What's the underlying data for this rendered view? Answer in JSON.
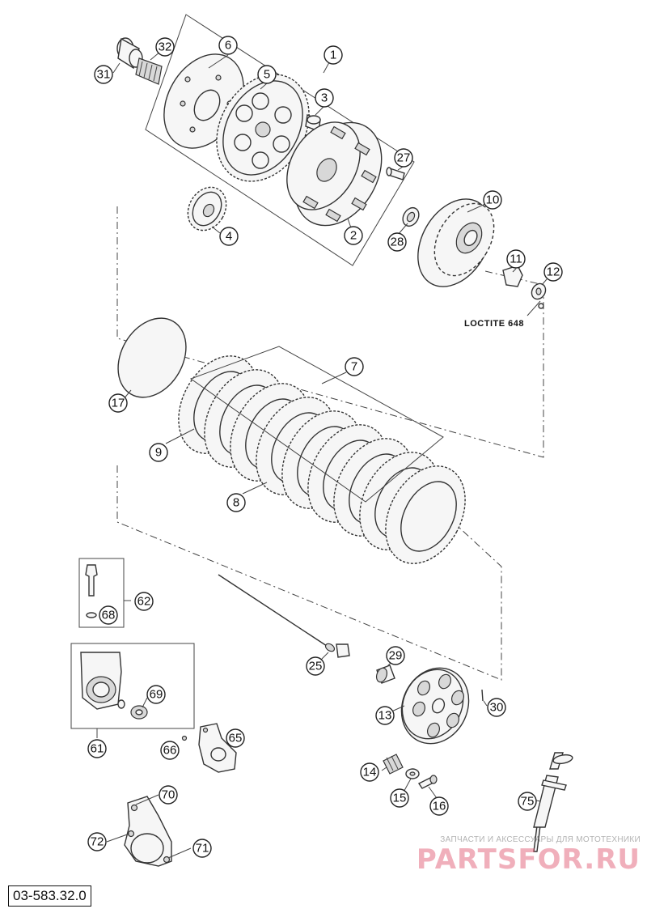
{
  "drawing_number": "03-583.32.0",
  "note_loctite": "LOCTITE 648",
  "watermark": {
    "tagline": "ЗАПЧАСТИ И АКСЕССУАРЫ ДЛЯ МОТОТЕХНИКИ",
    "logo": "PARTSFOR.RU"
  },
  "callouts": {
    "p1": "1",
    "p2": "2",
    "p3": "3",
    "p4": "4",
    "p5": "5",
    "p6": "6",
    "p7": "7",
    "p8": "8",
    "p9": "9",
    "p10": "10",
    "p11": "11",
    "p12": "12",
    "p13": "13",
    "p14": "14",
    "p15": "15",
    "p16": "16",
    "p17": "17",
    "p25": "25",
    "p27": "27",
    "p28": "28",
    "p29": "29",
    "p30": "30",
    "p31": "31",
    "p32": "32",
    "p61": "61",
    "p62": "62",
    "p65": "65",
    "p66": "66",
    "p68": "68",
    "p69": "69",
    "p70": "70",
    "p71": "71",
    "p72": "72",
    "p75": "75"
  }
}
